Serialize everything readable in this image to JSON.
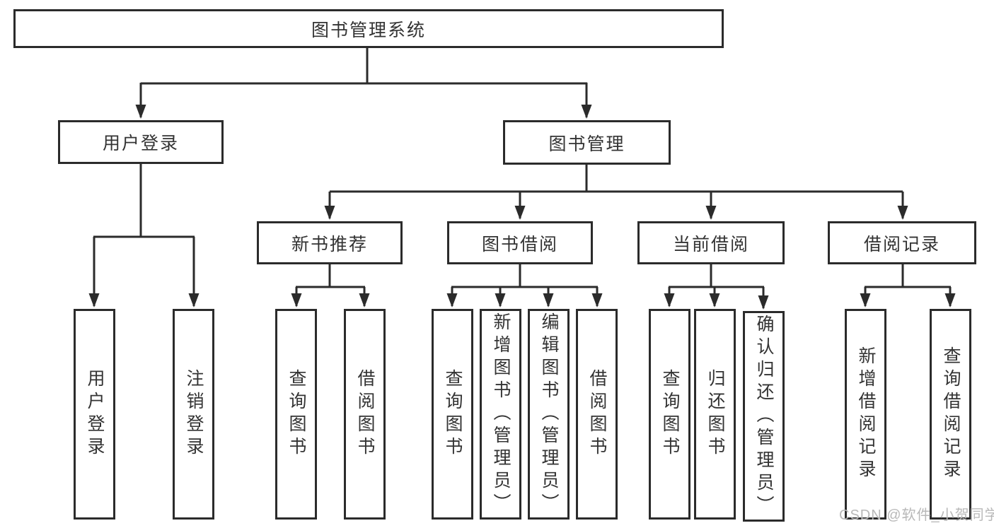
{
  "diagram": {
    "root": {
      "label": "图书管理系统"
    },
    "level2": [
      {
        "label": "用户登录"
      },
      {
        "label": "图书管理"
      }
    ],
    "level3": [
      {
        "label": "新书推荐"
      },
      {
        "label": "图书借阅"
      },
      {
        "label": "当前借阅"
      },
      {
        "label": "借阅记录"
      }
    ],
    "leaves": [
      {
        "label": "用户登录"
      },
      {
        "label": "注销登录"
      },
      {
        "label": "查询图书"
      },
      {
        "label": "借阅图书"
      },
      {
        "label": "查询图书"
      },
      {
        "label": "新增图书（管理员）"
      },
      {
        "label": "编辑图书（管理员）"
      },
      {
        "label": "借阅图书"
      },
      {
        "label": "查询图书"
      },
      {
        "label": "归还图书"
      },
      {
        "label": "确认归还（管理员）"
      },
      {
        "label": "新增借阅记录"
      },
      {
        "label": "查询借阅记录"
      }
    ]
  },
  "watermark": {
    "text": "CSDN @软件_小贺同学"
  },
  "colors": {
    "line": "#2b2b2b",
    "box_border": "#2b2b2b",
    "text": "#333333",
    "background": "#ffffff",
    "watermark": "#b8b8b8"
  }
}
